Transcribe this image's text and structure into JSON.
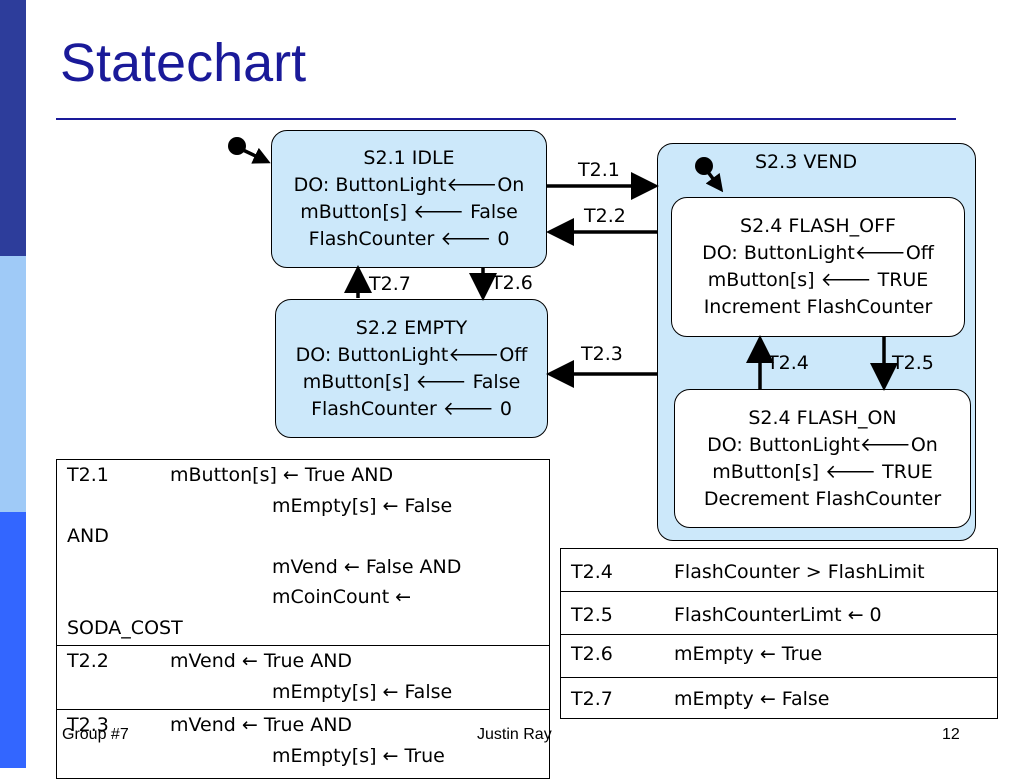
{
  "slide": {
    "title": "Statechart",
    "colors": {
      "title": "#1a1a99",
      "state_fill": "#cce8fa",
      "sidebar_dark": "#2d3d9b",
      "sidebar_mid": "#9fcaf7",
      "sidebar_bright": "#3366ff"
    }
  },
  "states": {
    "idle": [
      "S2.1 IDLE",
      "DO:  ButtonLight🡐On",
      "mButton[s] 🡐 False",
      "FlashCounter 🡐 0"
    ],
    "empty": [
      "S2.2 EMPTY",
      "DO:  ButtonLight🡐Off",
      "mButton[s] 🡐 False",
      "FlashCounter 🡐 0"
    ],
    "vend_title": "S2.3 VEND",
    "flash_off": [
      "S2.4 FLASH_OFF",
      "DO:  ButtonLight🡐Off",
      "mButton[s] 🡐 TRUE",
      "Increment FlashCounter"
    ],
    "flash_on": [
      "S2.4 FLASH_ON",
      "DO:  ButtonLight🡐On",
      "mButton[s] 🡐 TRUE",
      "Decrement FlashCounter"
    ]
  },
  "transitions": {
    "t21": "T2.1",
    "t22": "T2.2",
    "t23": "T2.3",
    "t24": "T2.4",
    "t25": "T2.5",
    "t26": "T2.6",
    "t27": "T2.7"
  },
  "left_table": {
    "t21": [
      "T2.1",
      "mButton[s] ← True AND",
      "mEmpty[s] ← False",
      "AND",
      "mVend ← False AND",
      "mCoinCount  ←",
      "SODA_COST"
    ],
    "t22": [
      "T2.2",
      "mVend ← True AND",
      "mEmpty[s] ← False"
    ],
    "t23": [
      "T2.3",
      "mVend ← True  AND",
      "mEmpty[s] ← True"
    ]
  },
  "right_table": [
    {
      "id": "T2.4",
      "cond": "FlashCounter > FlashLimit"
    },
    {
      "id": "T2.5",
      "cond": "FlashCounterLimt ←  0"
    },
    {
      "id": "T2.6",
      "cond": "mEmpty ← True"
    },
    {
      "id": "T2.7",
      "cond": "mEmpty ← False"
    }
  ],
  "footer": {
    "group": "Group #7",
    "author": "Justin Ray",
    "page": "12"
  }
}
